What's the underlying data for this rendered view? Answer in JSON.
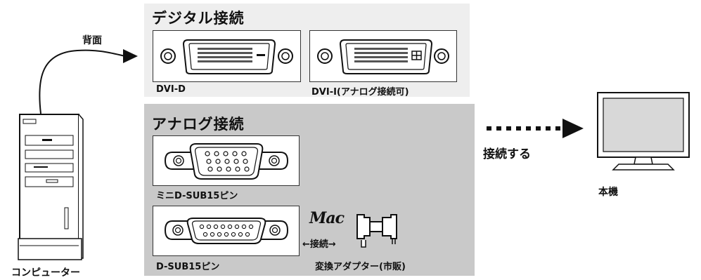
{
  "labels": {
    "back": "背面",
    "digital_title": "デジタル接続",
    "dvi_d": "DVI-D",
    "dvi_i": "DVI-I(アナログ接続可)",
    "analog_title": "アナログ接続",
    "mini_dsub": "ミニD-SUB15ピン",
    "dsub": "D-SUB15ピン",
    "connect_small": "←接続→",
    "adapter": "変換アダプター(市販)",
    "mac_logo": "Mac",
    "connect": "接続する",
    "monitor": "本機",
    "computer": "コンピューター"
  },
  "colors": {
    "digital_panel": "#eeeeee",
    "analog_panel": "#c9c9c9",
    "screen": "#d8d8d8"
  }
}
